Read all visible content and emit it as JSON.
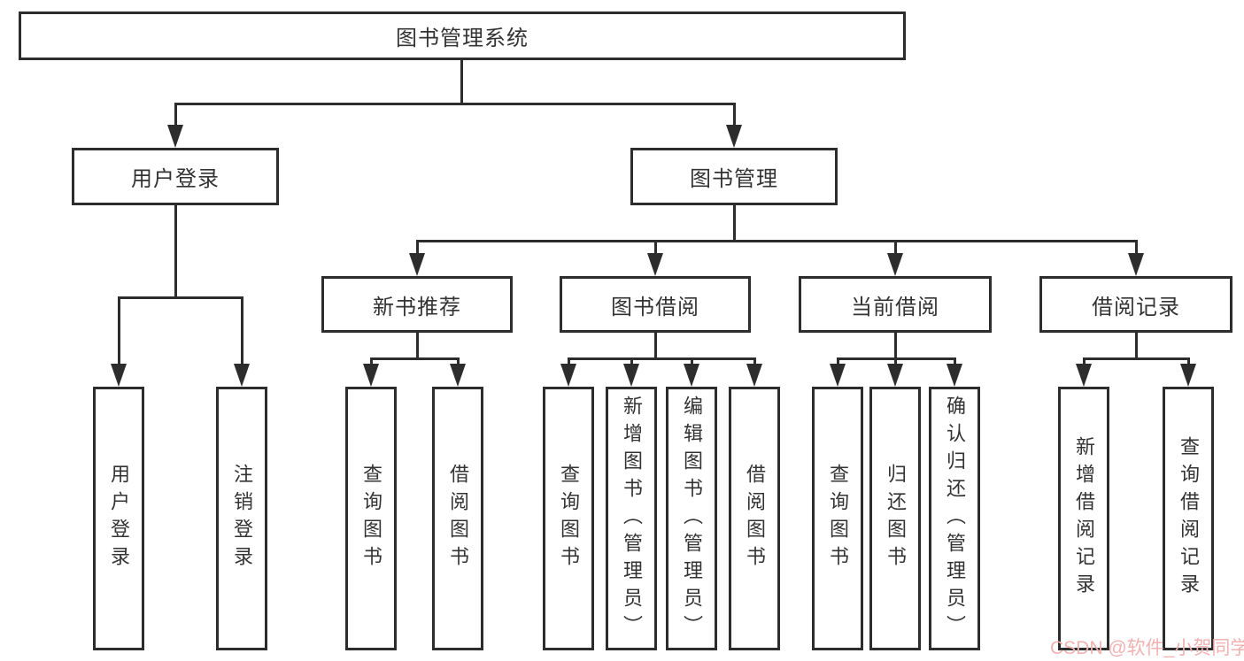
{
  "diagram": {
    "root": {
      "label": "图书管理系统"
    },
    "level1": {
      "user_login": {
        "label": "用户登录",
        "children": [
          "用户登录",
          "注销登录"
        ]
      },
      "book_mgmt": {
        "label": "图书管理"
      }
    },
    "level2": {
      "new_book_rec": {
        "label": "新书推荐",
        "children": [
          "查询图书",
          "借阅图书"
        ]
      },
      "book_borrow": {
        "label": "图书借阅",
        "children": [
          "查询图书",
          "新增图书（管理员）",
          "编辑图书（管理员）",
          "借阅图书"
        ]
      },
      "current_borrow": {
        "label": "当前借阅",
        "children": [
          "查询图书",
          "归还图书",
          "确认归还（管理员）"
        ]
      },
      "borrow_records": {
        "label": "借阅记录",
        "children": [
          "新增借阅记录",
          "查询借阅记录"
        ]
      }
    },
    "watermark": {
      "text": "CSDN @软件_小贺同学",
      "color": "#f2b1b1"
    },
    "line_color": "#2d2d2d"
  }
}
